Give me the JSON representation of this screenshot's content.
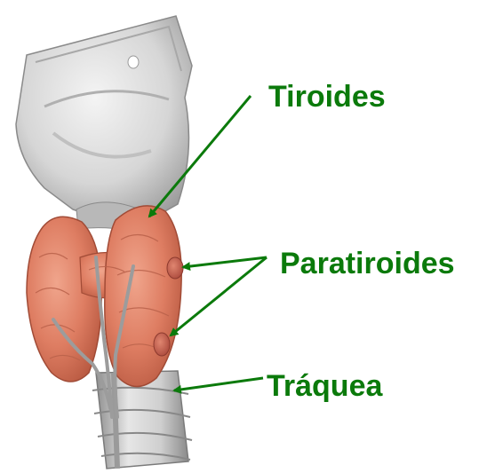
{
  "labels": {
    "thyroid": "Tiroides",
    "parathyroid": "Paratiroides",
    "trachea": "Tráquea"
  },
  "colors": {
    "label": "#0b7a0b",
    "arrow": "#0b7a0b",
    "cartilage": "#d9d9d9",
    "gland": "#d9785f",
    "parathyroid_gland": "#c25a48"
  }
}
